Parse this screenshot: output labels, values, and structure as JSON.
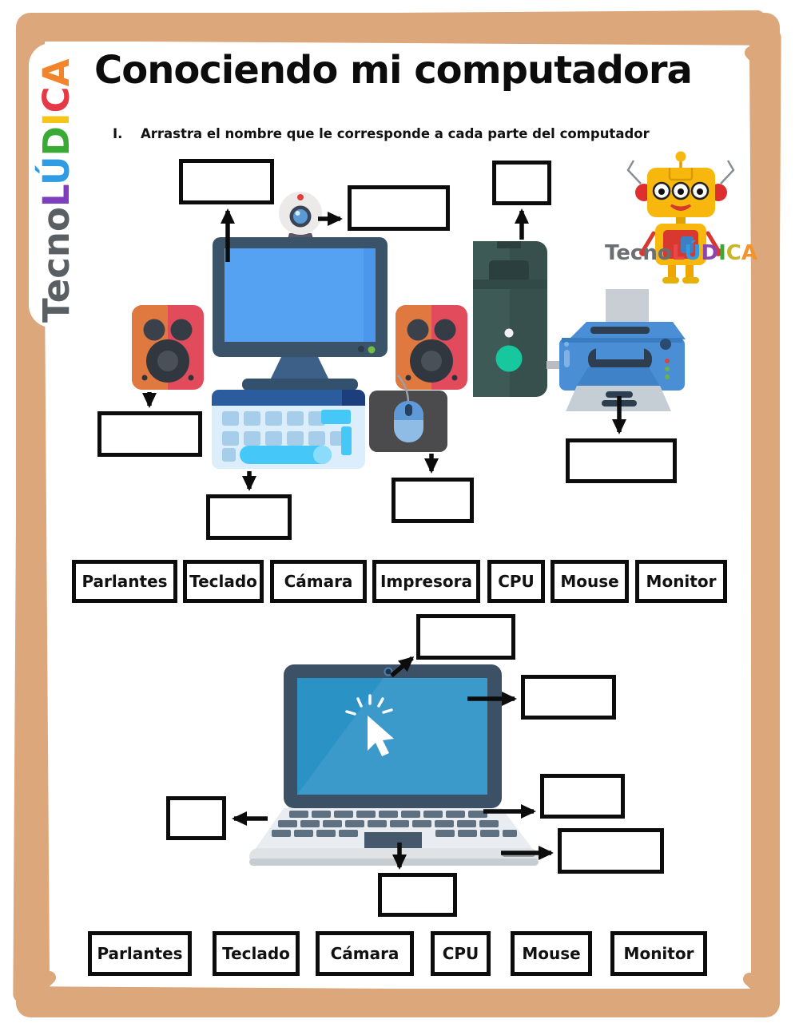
{
  "page": {
    "title": "Conociendo mi computadora",
    "instruction_number": "I.",
    "instruction": "Arrastra el nombre que le corresponde a cada parte del computador"
  },
  "brand": {
    "prefix": "Tecno",
    "ludica_letters": [
      "L",
      "Ú",
      "D",
      "I",
      "C",
      "A"
    ],
    "colors": {
      "border_tan": "#dca77a",
      "box_border_black": "#0c0c0c",
      "robot_yellow": "#f7b70c",
      "robot_red": "#d8382e",
      "ludica_rainbow": [
        "#7d3fbe",
        "#2f9ce3",
        "#3aaa35",
        "#f5c518",
        "#e63946",
        "#f2842c"
      ]
    }
  },
  "activity1": {
    "illustrated_parts": [
      "monitor",
      "webcam",
      "cpu-tower",
      "speakers",
      "keyboard",
      "mouse",
      "printer"
    ],
    "empty_drop_boxes": 7,
    "word_bank": [
      "Parlantes",
      "Teclado",
      "Cámara",
      "Impresora",
      "CPU",
      "Mouse",
      "Monitor"
    ]
  },
  "activity2": {
    "illustrated_parts": [
      "laptop"
    ],
    "empty_drop_boxes": 6,
    "word_bank": [
      "Parlantes",
      "Teclado",
      "Cámara",
      "CPU",
      "Mouse",
      "Monitor"
    ]
  }
}
